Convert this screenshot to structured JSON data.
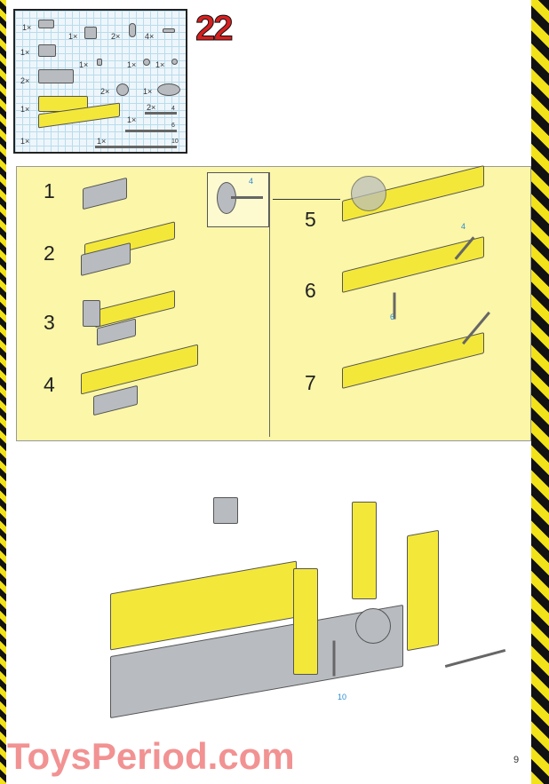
{
  "step_number": "22",
  "parts_list": [
    {
      "qty": "1×",
      "part": "plate-1x2-grey"
    },
    {
      "qty": "1×",
      "part": "technic-brick-1x1-grey"
    },
    {
      "qty": "2×",
      "part": "ball-joint-grey"
    },
    {
      "qty": "4×",
      "part": "pin-connector"
    },
    {
      "qty": "1×",
      "part": "plate-2x2-grey"
    },
    {
      "qty": "1×",
      "part": "bush"
    },
    {
      "qty": "1×",
      "part": "gear-8-tooth"
    },
    {
      "qty": "1×",
      "part": "half-bush"
    },
    {
      "qty": "2×",
      "part": "plate-2x4-grey"
    },
    {
      "qty": "2×",
      "part": "gear-16-tooth"
    },
    {
      "qty": "1×",
      "part": "gear-24-tooth"
    },
    {
      "qty": "1×",
      "part": "plate-2x6-yellow"
    },
    {
      "qty": "2×",
      "part": "axle",
      "length": "4"
    },
    {
      "qty": "1×",
      "part": "axle",
      "length": "6"
    },
    {
      "qty": "1×",
      "part": "technic-beam-1x12-yellow"
    },
    {
      "qty": "1×",
      "part": "axle",
      "length": "10"
    }
  ],
  "substeps": [
    "1",
    "2",
    "3",
    "4",
    "5",
    "6",
    "7"
  ],
  "callouts": {
    "inset_axle": "4",
    "step6_axle_a": "4",
    "step6_axle_b": "6",
    "main_axle": "10"
  },
  "watermark": "ToysPeriod.com",
  "page_number": "9"
}
